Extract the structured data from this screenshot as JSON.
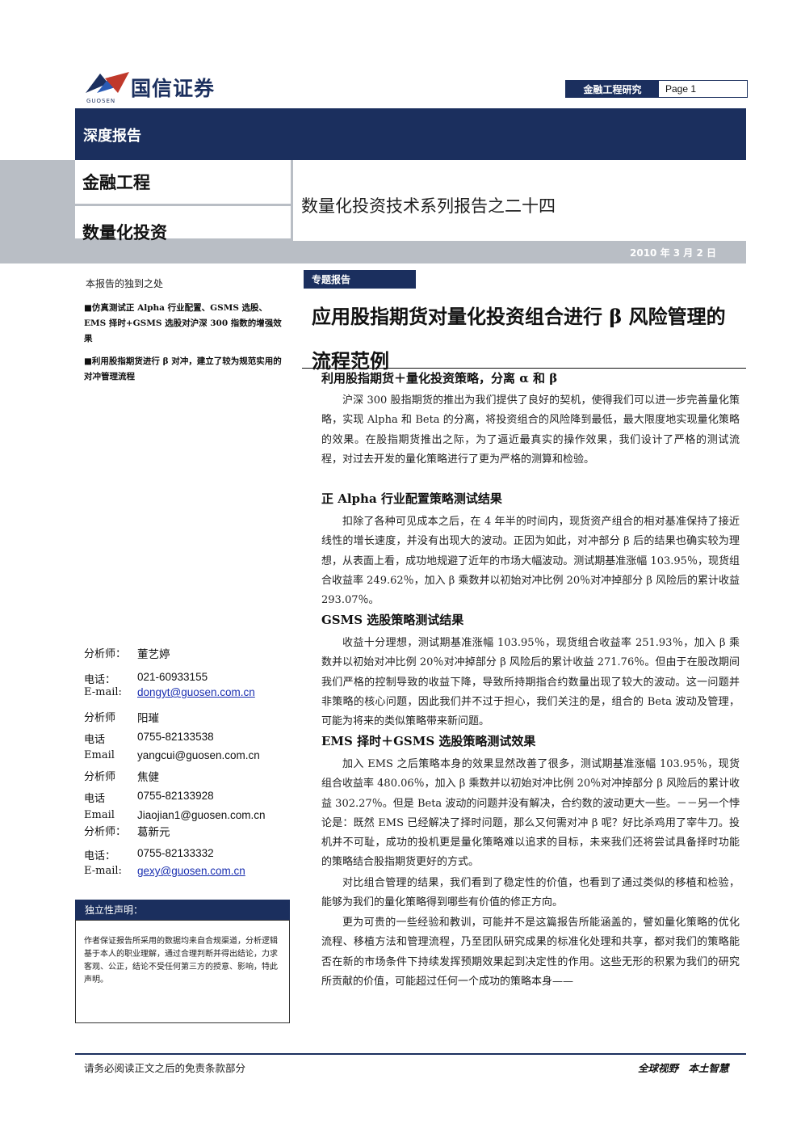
{
  "header": {
    "logo_cn": "国信证券",
    "logo_en": "GUOSEN",
    "dept": "金融工程研究",
    "page": "Page 1",
    "report_type": "深度报告",
    "topic1": "金融工程",
    "topic2": "数量化投资",
    "series": "数量化投资技术系列报告之二十四",
    "date": "2010 年 3 月 2 日",
    "brand_color": "#1b2f5e",
    "accent_color": "#c0392b"
  },
  "sidebar": {
    "unique_title": "本报告的独到之处",
    "unique_points": [
      "■仿真测试正 Alpha 行业配置、GSMS 选股、EMS 择时+GSMS 选股对沪深 300 指数的增强效果",
      "■利用股指期货进行 β 对冲，建立了较为规范实用的对冲管理流程"
    ],
    "analysts": [
      {
        "label": "分析师：",
        "value": "董艺婷",
        "cn": true
      },
      {
        "label": "电话：",
        "value": "021-60933155"
      },
      {
        "label": "E-mail:",
        "value": "dongyt@guosen.com.cn",
        "link": true
      },
      {
        "label": "分析师",
        "value": "阳璀",
        "cn": true
      },
      {
        "label": "电话",
        "value": "0755-82133538"
      },
      {
        "label": "Email",
        "value": "yangcui@guosen.com.cn"
      },
      {
        "label": "分析师",
        "value": "焦健",
        "cn": true
      },
      {
        "label": "电话",
        "value": "0755-82133928"
      },
      {
        "label": "Email",
        "value": "Jiaojian1@guosen.com.cn"
      },
      {
        "label": "分析师：",
        "value": "葛新元",
        "cn": true
      },
      {
        "label": "电话：",
        "value": "0755-82133332"
      },
      {
        "label": "E-mail:",
        "value": "gexy@guosen.com.cn",
        "link": true
      }
    ],
    "independence_title": "独立性声明：",
    "independence_text": "作者保证报告所采用的数据均来自合规渠道，分析逻辑基于本人的职业理解，通过合理判断并得出结论，力求客观、公正，结论不受任何第三方的授意、影响，特此声明。"
  },
  "main": {
    "tag": "专题报告",
    "title": "应用股指期货对量化投资组合进行 β 风险管理的流程范例",
    "sections": [
      {
        "heading": "利用股指期货＋量化投资策略，分离 α 和 β",
        "paragraphs": [
          "沪深 300 股指期货的推出为我们提供了良好的契机，使得我们可以进一步完善量化策略，实现 Alpha 和 Beta 的分离，将投资组合的风险降到最低，最大限度地实现量化策略的效果。在股指期货推出之际，为了逼近最真实的操作效果，我们设计了严格的测试流程，对过去开发的量化策略进行了更为严格的测算和检验。"
        ]
      },
      {
        "heading": "正 Alpha 行业配置策略测试结果",
        "paragraphs": [
          "扣除了各种可见成本之后，在 4 年半的时间内，现货资产组合的相对基准保持了接近线性的增长速度，并没有出现大的波动。正因为如此，对冲部分 β 后的结果也确实较为理想，从表面上看，成功地规避了近年的市场大幅波动。测试期基准涨幅 103.95％，现货组合收益率 249.62％，加入 β 乘数并以初始对冲比例 20％对冲掉部分 β 风险后的累计收益 293.07％。"
        ]
      },
      {
        "heading": "GSMS 选股策略测试结果",
        "paragraphs": [
          "收益十分理想，测试期基准涨幅 103.95％，现货组合收益率 251.93％，加入 β 乘数并以初始对冲比例 20％对冲掉部分 β 风险后的累计收益 271.76％。但由于在股改期间我们严格的控制导致的收益下降，导致所持期指合约数量出现了较大的波动。这一问题并非策略的核心问题，因此我们并不过于担心，我们关注的是，组合的 Beta 波动及管理，可能为将来的类似策略带来新问题。"
        ]
      },
      {
        "heading": "EMS 择时＋GSMS 选股策略测试效果",
        "paragraphs": [
          "加入 EMS 之后策略本身的效果显然改善了很多，测试期基准涨幅 103.95％，现货组合收益率 480.06％，加入 β 乘数并以初始对冲比例 20％对冲掉部分 β 风险后的累计收益 302.27％。但是 Beta 波动的问题并没有解决，合约数的波动更大一些。－－另一个悖论是：既然 EMS 已经解决了择时问题，那么又何需对冲 β 呢？好比杀鸡用了宰牛刀。投机并不可耻，成功的投机更是量化策略难以追求的目标，未来我们还将尝试具备择时功能的策略结合股指期货更好的方式。",
          "对比组合管理的结果，我们看到了稳定性的价值，也看到了通过类似的移植和检验，能够为我们的量化策略得到哪些有价值的修正方向。",
          "更为可贵的一些经验和教训，可能并不是这篇报告所能涵盖的，譬如量化策略的优化流程、移植方法和管理流程，乃至团队研究成果的标准化处理和共享，都对我们的策略能否在新的市场条件下持续发挥预期效果起到决定性的作用。这些无形的积累为我们的研究所贡献的价值，可能超过任何一个成功的策略本身——"
        ]
      }
    ]
  },
  "footer": {
    "disclaimer": "请务必阅读正文之后的免责条款部分",
    "slogan": "全球视野　本土智慧"
  }
}
